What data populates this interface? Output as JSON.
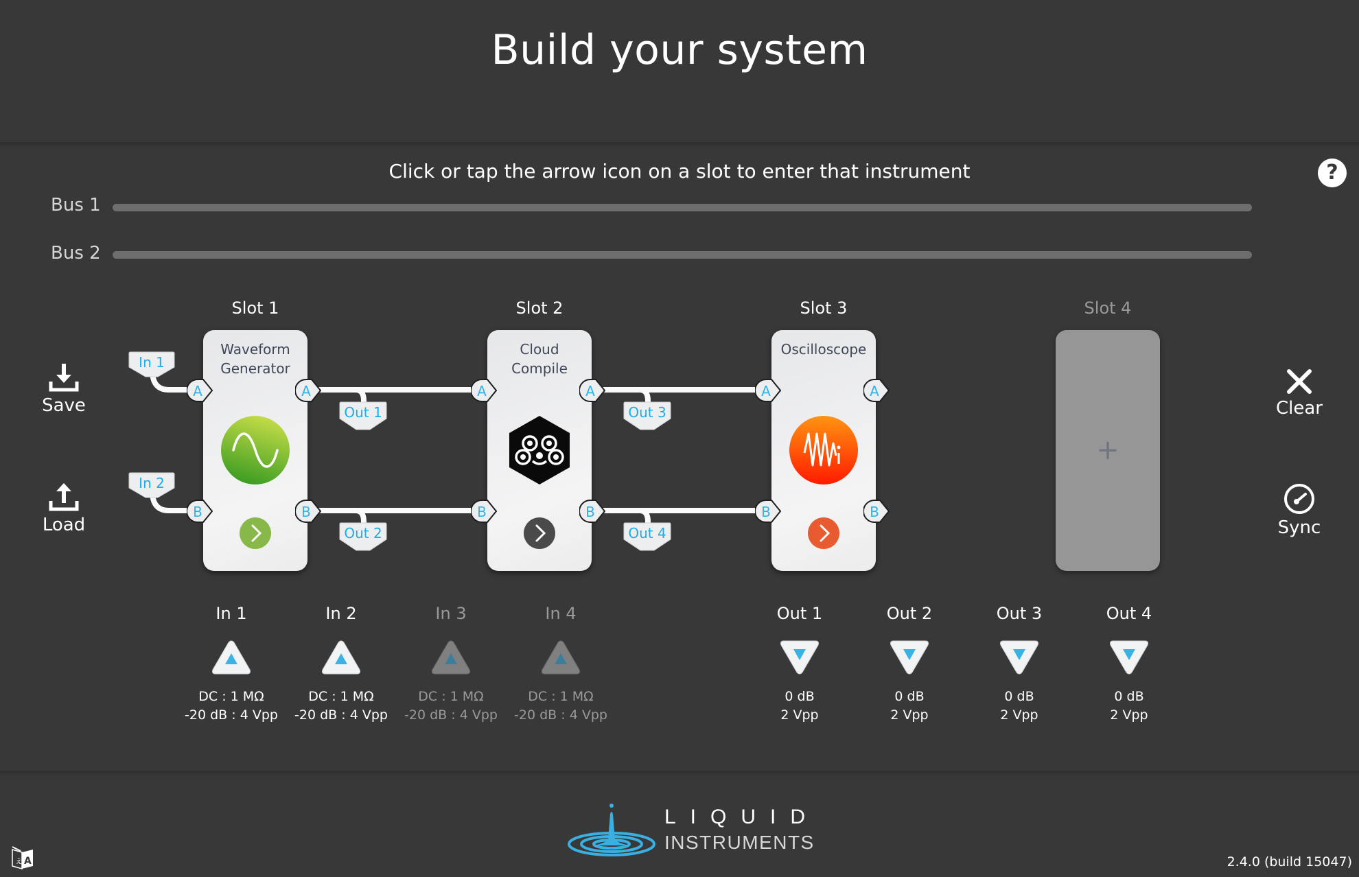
{
  "header": {
    "title": "Build your system"
  },
  "instructions": "Click or tap the arrow icon on a slot to enter that instrument",
  "help": {
    "icon": "help-circle-icon",
    "label": "?"
  },
  "buses": [
    {
      "label": "Bus 1"
    },
    {
      "label": "Bus 2"
    }
  ],
  "left_actions": [
    {
      "label": "Save",
      "icon": "download-icon"
    },
    {
      "label": "Load",
      "icon": "upload-icon"
    }
  ],
  "right_actions": [
    {
      "label": "Clear",
      "icon": "close-icon"
    },
    {
      "label": "Sync",
      "icon": "speedometer-icon"
    }
  ],
  "slots": [
    {
      "title": "Slot 1",
      "instrument": "Waveform Generator",
      "name_line1": "Waveform",
      "name_line2": "Generator",
      "icon": "sine-wave-icon",
      "accent": "#7cba3a",
      "enter_color": "#88b84a",
      "inputs": {
        "A": "In 1",
        "B": "In 2"
      },
      "outputs": {
        "A": "Out 1",
        "B": "Out 2"
      }
    },
    {
      "title": "Slot 2",
      "instrument": "Cloud Compile",
      "name_line1": "Cloud",
      "name_line2": "Compile",
      "icon": "cloud-compile-icon",
      "accent": "#000000",
      "enter_color": "#4a4a4a",
      "outputs": {
        "A": "Out 3",
        "B": "Out 4"
      }
    },
    {
      "title": "Slot 3",
      "instrument": "Oscilloscope",
      "name_line1": "Oscilloscope",
      "name_line2": "",
      "icon": "oscilloscope-icon",
      "accent": "#ff4a10",
      "enter_color": "#e85a30"
    },
    {
      "title": "Slot 4",
      "instrument": "",
      "empty": true,
      "add_label": "+"
    }
  ],
  "port_labels": {
    "A": "A",
    "B": "B"
  },
  "inputs": [
    {
      "label": "In 1",
      "line1": "DC : 1 MΩ",
      "line2": "-20 dB : 4 Vpp",
      "active": true
    },
    {
      "label": "In 2",
      "line1": "DC : 1 MΩ",
      "line2": "-20 dB : 4 Vpp",
      "active": true
    },
    {
      "label": "In 3",
      "line1": "DC : 1 MΩ",
      "line2": "-20 dB : 4 Vpp",
      "active": false
    },
    {
      "label": "In 4",
      "line1": "DC : 1 MΩ",
      "line2": "-20 dB : 4 Vpp",
      "active": false
    }
  ],
  "outputs": [
    {
      "label": "Out 1",
      "line1": "0 dB",
      "line2": "2 Vpp",
      "active": true
    },
    {
      "label": "Out 2",
      "line1": "0 dB",
      "line2": "2 Vpp",
      "active": true
    },
    {
      "label": "Out 3",
      "line1": "0 dB",
      "line2": "2 Vpp",
      "active": true
    },
    {
      "label": "Out 4",
      "line1": "0 dB",
      "line2": "2 Vpp",
      "active": true
    }
  ],
  "footer": {
    "brand_line1": "LIQUID",
    "brand_line2": "INSTRUMENTS",
    "version": "2.4.0 (build 15047)",
    "language_icon": "language-translate-icon"
  },
  "colors": {
    "background": "#383838",
    "port_text": "#2eb4e8",
    "bus_bar": "#6e6e6e",
    "brand_blue": "#3ab0e2"
  }
}
